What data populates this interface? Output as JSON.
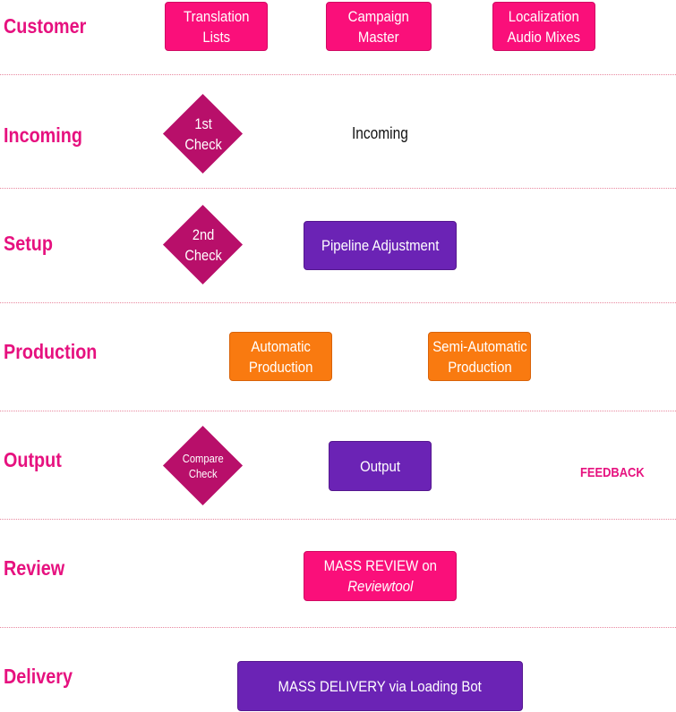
{
  "lanes": {
    "customer": "Customer",
    "incoming": "Incoming",
    "setup": "Setup",
    "production": "Production",
    "output": "Output",
    "review": "Review",
    "delivery": "Delivery"
  },
  "customer": {
    "translation_lists": [
      "Translation",
      "Lists"
    ],
    "campaign_master": [
      "Campaign",
      "Master"
    ],
    "localization_audio_mixes": [
      "Localization",
      "Audio Mixes"
    ]
  },
  "incoming": {
    "check_label": [
      "1st",
      "Check"
    ],
    "text": "Incoming"
  },
  "setup": {
    "check_label": [
      "2nd",
      "Check"
    ],
    "pipeline_adjustment": "Pipeline Adjustment"
  },
  "production": {
    "automatic": [
      "Automatic",
      "Production"
    ],
    "semi_automatic": [
      "Semi-Automatic",
      "Production"
    ]
  },
  "output": {
    "check_label": [
      "Compare",
      "Check"
    ],
    "output_box": "Output",
    "feedback": "FEEDBACK"
  },
  "review": {
    "line1": "MASS REVIEW on",
    "line2": "Reviewtool"
  },
  "delivery": {
    "label": "MASS DELIVERY via Loading Bot"
  },
  "colors": {
    "lane_label": "#e6117f",
    "pink_box": "#fa0f7a",
    "purple_box": "#6b23b5",
    "orange_box": "#f97a10",
    "diamond": "#b80f6a"
  }
}
